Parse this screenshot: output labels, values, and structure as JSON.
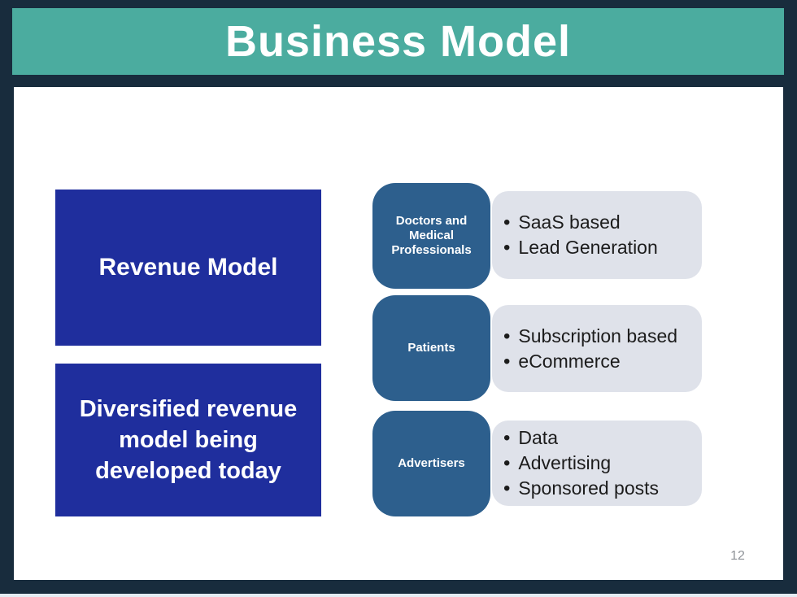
{
  "slide": {
    "header": {
      "title": "Business Model"
    },
    "page_number": "12",
    "bullet_char": "•",
    "left_panels": {
      "revenue": "Revenue Model",
      "diversified": "Diversified revenue model being developed today"
    },
    "audience_rows": [
      {
        "label": "Doctors and Medical Professionals",
        "bullets": [
          "SaaS based",
          "Lead Generation"
        ]
      },
      {
        "label": "Patients",
        "bullets": [
          "Subscription based",
          "eCommerce"
        ]
      },
      {
        "label": "Advertisers",
        "bullets": [
          "Data",
          "Advertising",
          "Sponsored posts"
        ]
      }
    ],
    "colors": {
      "frame_navy": "#182c3d",
      "header_teal": "#4bac9f",
      "panel_blue": "#1f2e9d",
      "label_blue": "#2d5f8d",
      "bullet_box_gray": "#dfe2ea",
      "bullet_text": "#1c1c1c",
      "page_number_gray": "#8f9398"
    }
  }
}
